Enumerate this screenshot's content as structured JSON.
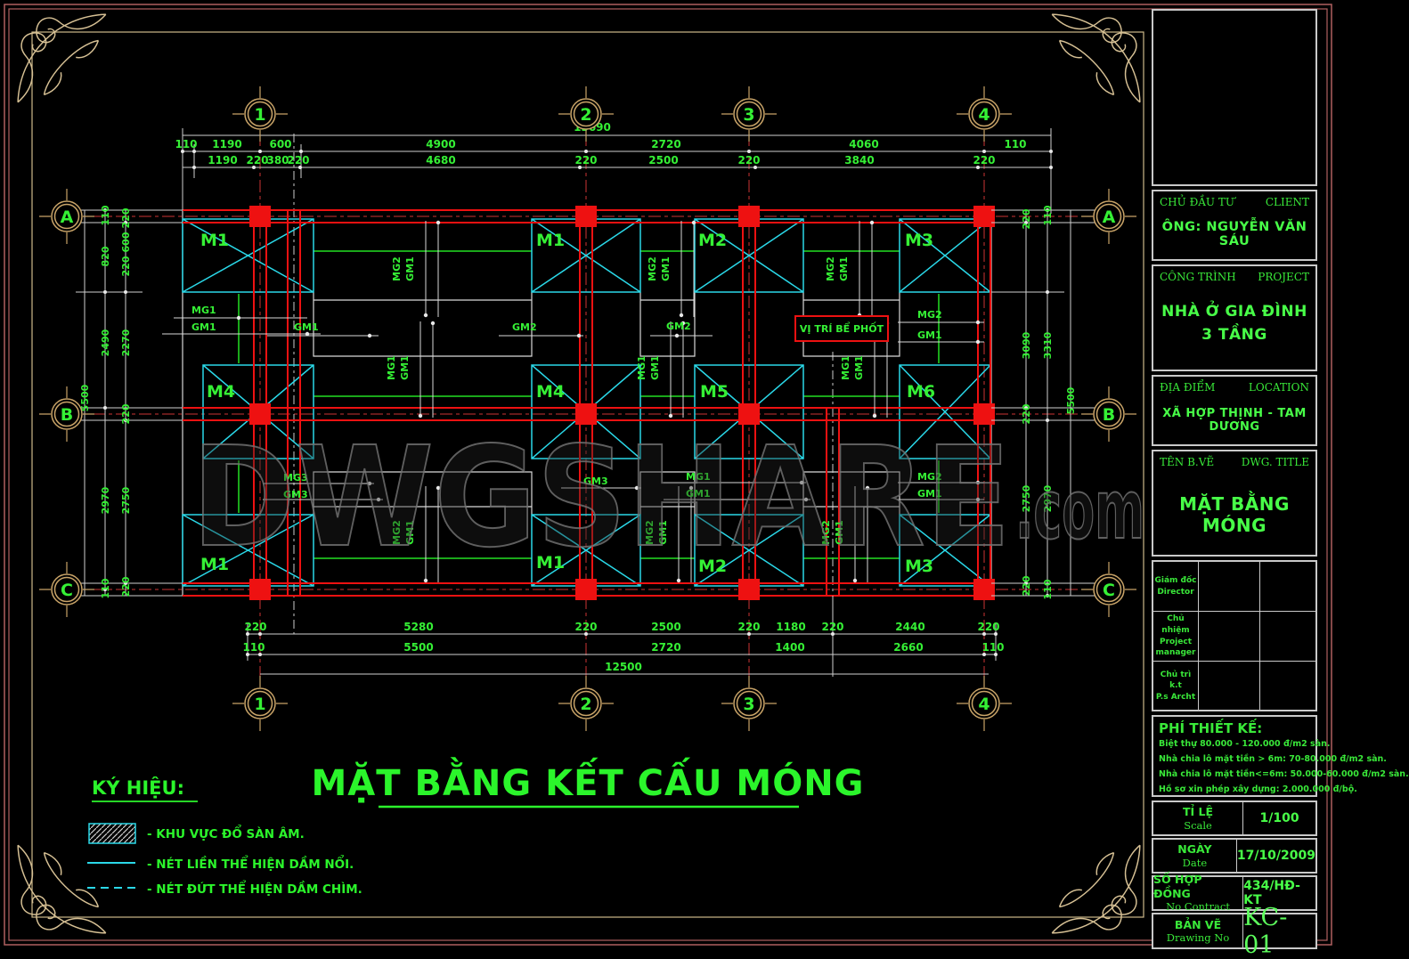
{
  "colors": {
    "green": "#35f035",
    "red": "#ee1111",
    "cyan": "#2ad8e8",
    "tan": "#c9a468",
    "line": "#d9d9d9"
  },
  "watermark": {
    "main": "DWGSHARE",
    "suffix": ".com"
  },
  "main_title": "MẶT BẰNG KẾT CẤU MÓNG",
  "annotation": {
    "septic": "VỊ TRÍ BỂ PHỐT"
  },
  "legend": {
    "heading": "KÝ HIỆU:",
    "item1": "- KHU VỰC ĐỔ SÀN ÂM.",
    "item2": "- NÉT LIỀN THỂ HIỆN DẦM NỔI.",
    "item3": "- NÉT ĐỨT THỂ HIỆN DẦM CHÌM."
  },
  "grid": {
    "c1": "1",
    "c2": "2",
    "c3": "3",
    "c4": "4",
    "rA": "A",
    "rB": "B",
    "rC": "C"
  },
  "tags": {
    "mg1": "MG1",
    "gm1": "GM1",
    "mg2": "MG2",
    "gm2": "GM2",
    "mg3": "MG3",
    "gm3": "GM3"
  },
  "footings": {
    "m1": "M1",
    "m2": "M2",
    "m3": "M3",
    "m4": "M4",
    "m5": "M5",
    "m6": "M6"
  },
  "dims": {
    "top_total": "13690",
    "top_mid": [
      "110",
      "1190",
      "600",
      "4900",
      "2720",
      "4060",
      "110"
    ],
    "top_inner": [
      "1190",
      "220",
      "380",
      "220",
      "4680",
      "220",
      "2500",
      "220",
      "3840",
      "220"
    ],
    "bot_inner": [
      "220",
      "5280",
      "220",
      "2500",
      "220",
      "1180",
      "220",
      "2440",
      "220"
    ],
    "bot_mid": [
      "110",
      "5500",
      "2720",
      "1400",
      "2660",
      "110"
    ],
    "bot_total": "12500",
    "left_total": "5500",
    "left_mid": [
      "110",
      "820",
      "2490",
      "2970",
      "110"
    ],
    "left_inner": [
      "220",
      "600",
      "220",
      "2270",
      "220",
      "2750",
      "220"
    ],
    "right_inner": [
      "220",
      "3090",
      "220",
      "2750",
      "220"
    ],
    "right_mid": [
      "110",
      "3310",
      "2970",
      "110"
    ],
    "right_total": "5500"
  },
  "titleblock": {
    "client_label": "CHỦ ĐẦU TƯ",
    "client_label_en": "CLIENT",
    "client_value": "ÔNG: NGUYỄN VĂN SÁU",
    "project_label": "CÔNG TRÌNH",
    "project_label_en": "PROJECT",
    "project_value_line1": "NHÀ Ở GIA ĐÌNH",
    "project_value_line2": "3 TẦNG",
    "location_label": "ĐỊA ĐIỂM",
    "location_label_en": "LOCATION",
    "location_value": "XÃ HỢP THỊNH - TAM DƯƠNG",
    "dwg_title_label": "TÊN B.VẼ",
    "dwg_title_label_en": "DWG. TITLE",
    "dwg_title_value": "MẶT BẰNG MÓNG",
    "sign_rows": [
      {
        "vn": "Giám đốc",
        "en": "Director"
      },
      {
        "vn": "Chủ nhiệm",
        "en": "Project manager"
      },
      {
        "vn": "Chủ trì k.t",
        "en": "P.s Archt"
      }
    ],
    "fee_heading": "PHÍ THIẾT KẾ:",
    "fee_lines": [
      "Biệt thự 80.000 - 120.000 đ/m2 sàn.",
      "Nhà chia lô mặt tiền > 6m: 70-80.000 đ/m2 sàn.",
      "Nhà chia lô mặt tiền<=6m: 50.000-60.000 đ/m2 sàn.",
      "Hồ sơ xin phép xây dựng: 2.000.000 đ/bộ."
    ],
    "scale_label": "TỈ LỆ",
    "scale_label_en": "Scale",
    "scale_value": "1/100",
    "date_label": "NGÀY",
    "date_label_en": "Date",
    "date_value": "17/10/2009",
    "contract_label": "SỐ HỢP ĐỒNG",
    "contract_label_en": "No Contract",
    "contract_value": "434/HĐ-KT",
    "drawing_no_label": "BẢN VẼ",
    "drawing_no_label_en": "Drawing No",
    "drawing_no_value": "KC-01"
  }
}
